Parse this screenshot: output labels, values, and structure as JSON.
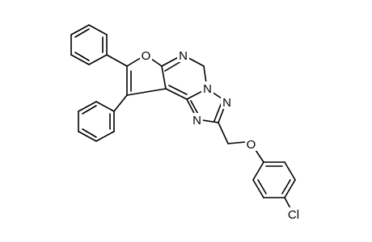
{
  "figure": {
    "kind": "chemical-structure",
    "background_color": "#ffffff",
    "ink_color": "#000000"
  },
  "atoms": {
    "o_furan": "O",
    "n_pyrimidine": "N",
    "n_bridge": "N",
    "n_triazole_2": "N",
    "n_triazole_4": "N",
    "o_ether": "O",
    "cl": "Cl"
  }
}
